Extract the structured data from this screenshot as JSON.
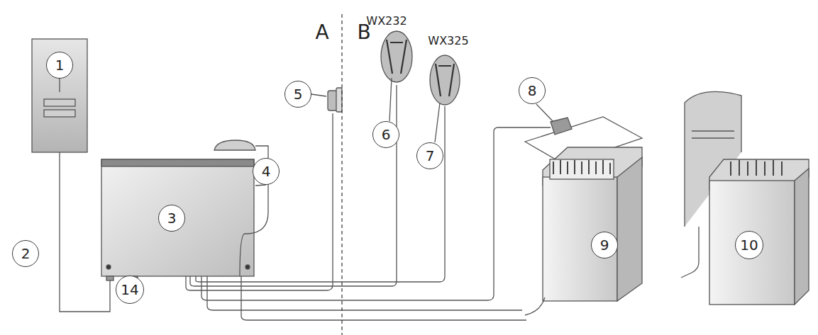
{
  "diagram": {
    "nodes": [
      {
        "text": [
          "1"
        ]
      },
      {
        "text": [
          "2"
        ]
      },
      {
        "text": [
          "3"
        ]
      },
      {
        "text": [
          "4"
        ]
      },
      {
        "text": [
          "5"
        ]
      },
      {
        "text": [
          "6"
        ]
      },
      {
        "text": [
          "7"
        ]
      },
      {
        "text": [
          "8"
        ]
      },
      {
        "text": [
          "9"
        ]
      },
      {
        "text": [
          "10"
        ]
      },
      {
        "text": [
          "14"
        ]
      }
    ],
    "edges": [],
    "labels": [
      "A",
      "B",
      "WX232",
      "WX325"
    ]
  }
}
